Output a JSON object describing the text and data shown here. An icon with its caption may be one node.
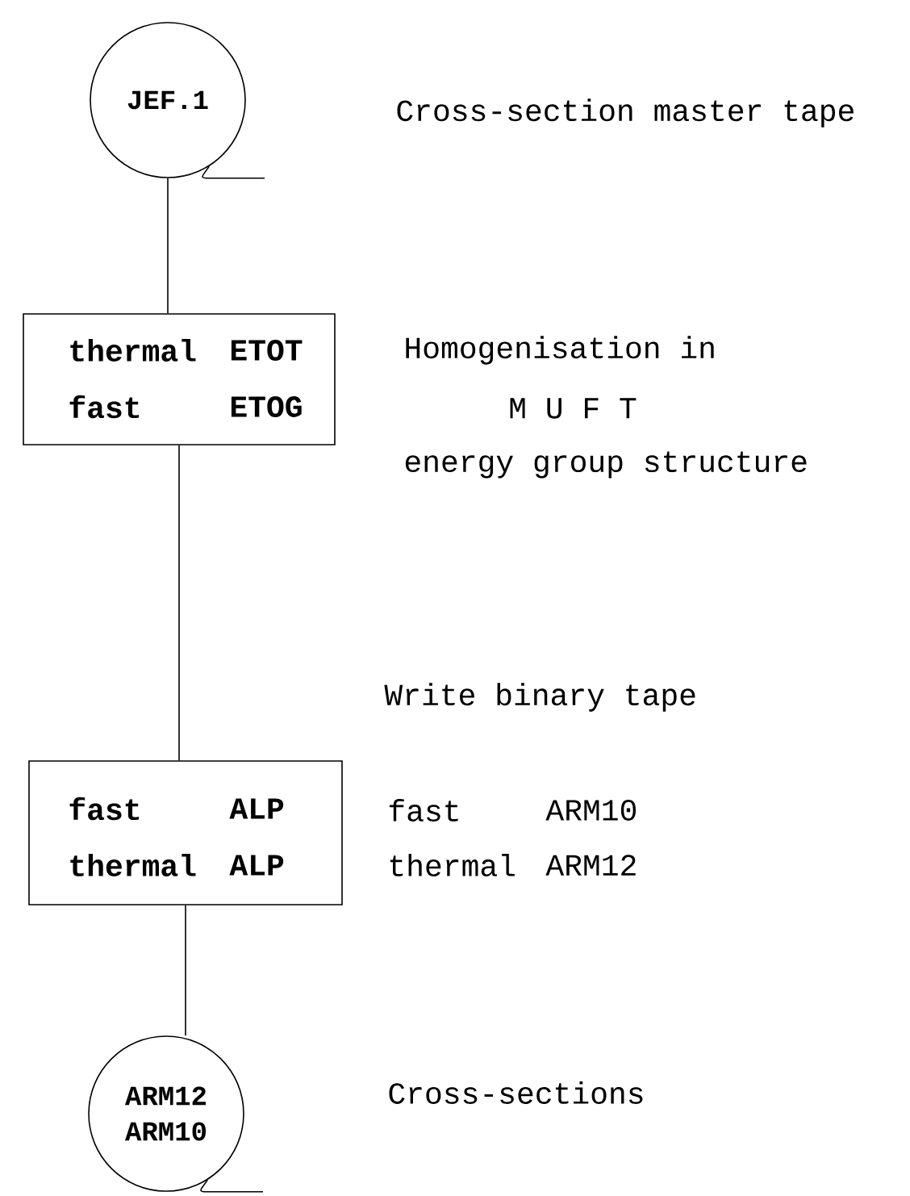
{
  "diagram": {
    "nodes": [
      {
        "text": [
          "JEF.1"
        ]
      },
      {
        "text": [
          "thermal",
          "ETOT",
          "fast",
          "ETOG"
        ]
      },
      {
        "text": [
          "fast",
          "ALP",
          "thermal",
          "ALP"
        ]
      },
      {
        "text": [
          "ARM12",
          "ARM10"
        ]
      }
    ],
    "edges": [
      {
        "from": 0,
        "to": 1,
        "arrow": "none"
      },
      {
        "from": 1,
        "to": 2,
        "arrow": "none"
      },
      {
        "from": 2,
        "to": 3,
        "arrow": "none"
      }
    ],
    "labels": [
      "Cross-section master tape",
      "Homogenisation in",
      "M U F T",
      "energy group structure",
      "Write binary tape",
      "fast",
      "ARM10",
      "thermal",
      "ARM12",
      "Cross-sections"
    ]
  }
}
